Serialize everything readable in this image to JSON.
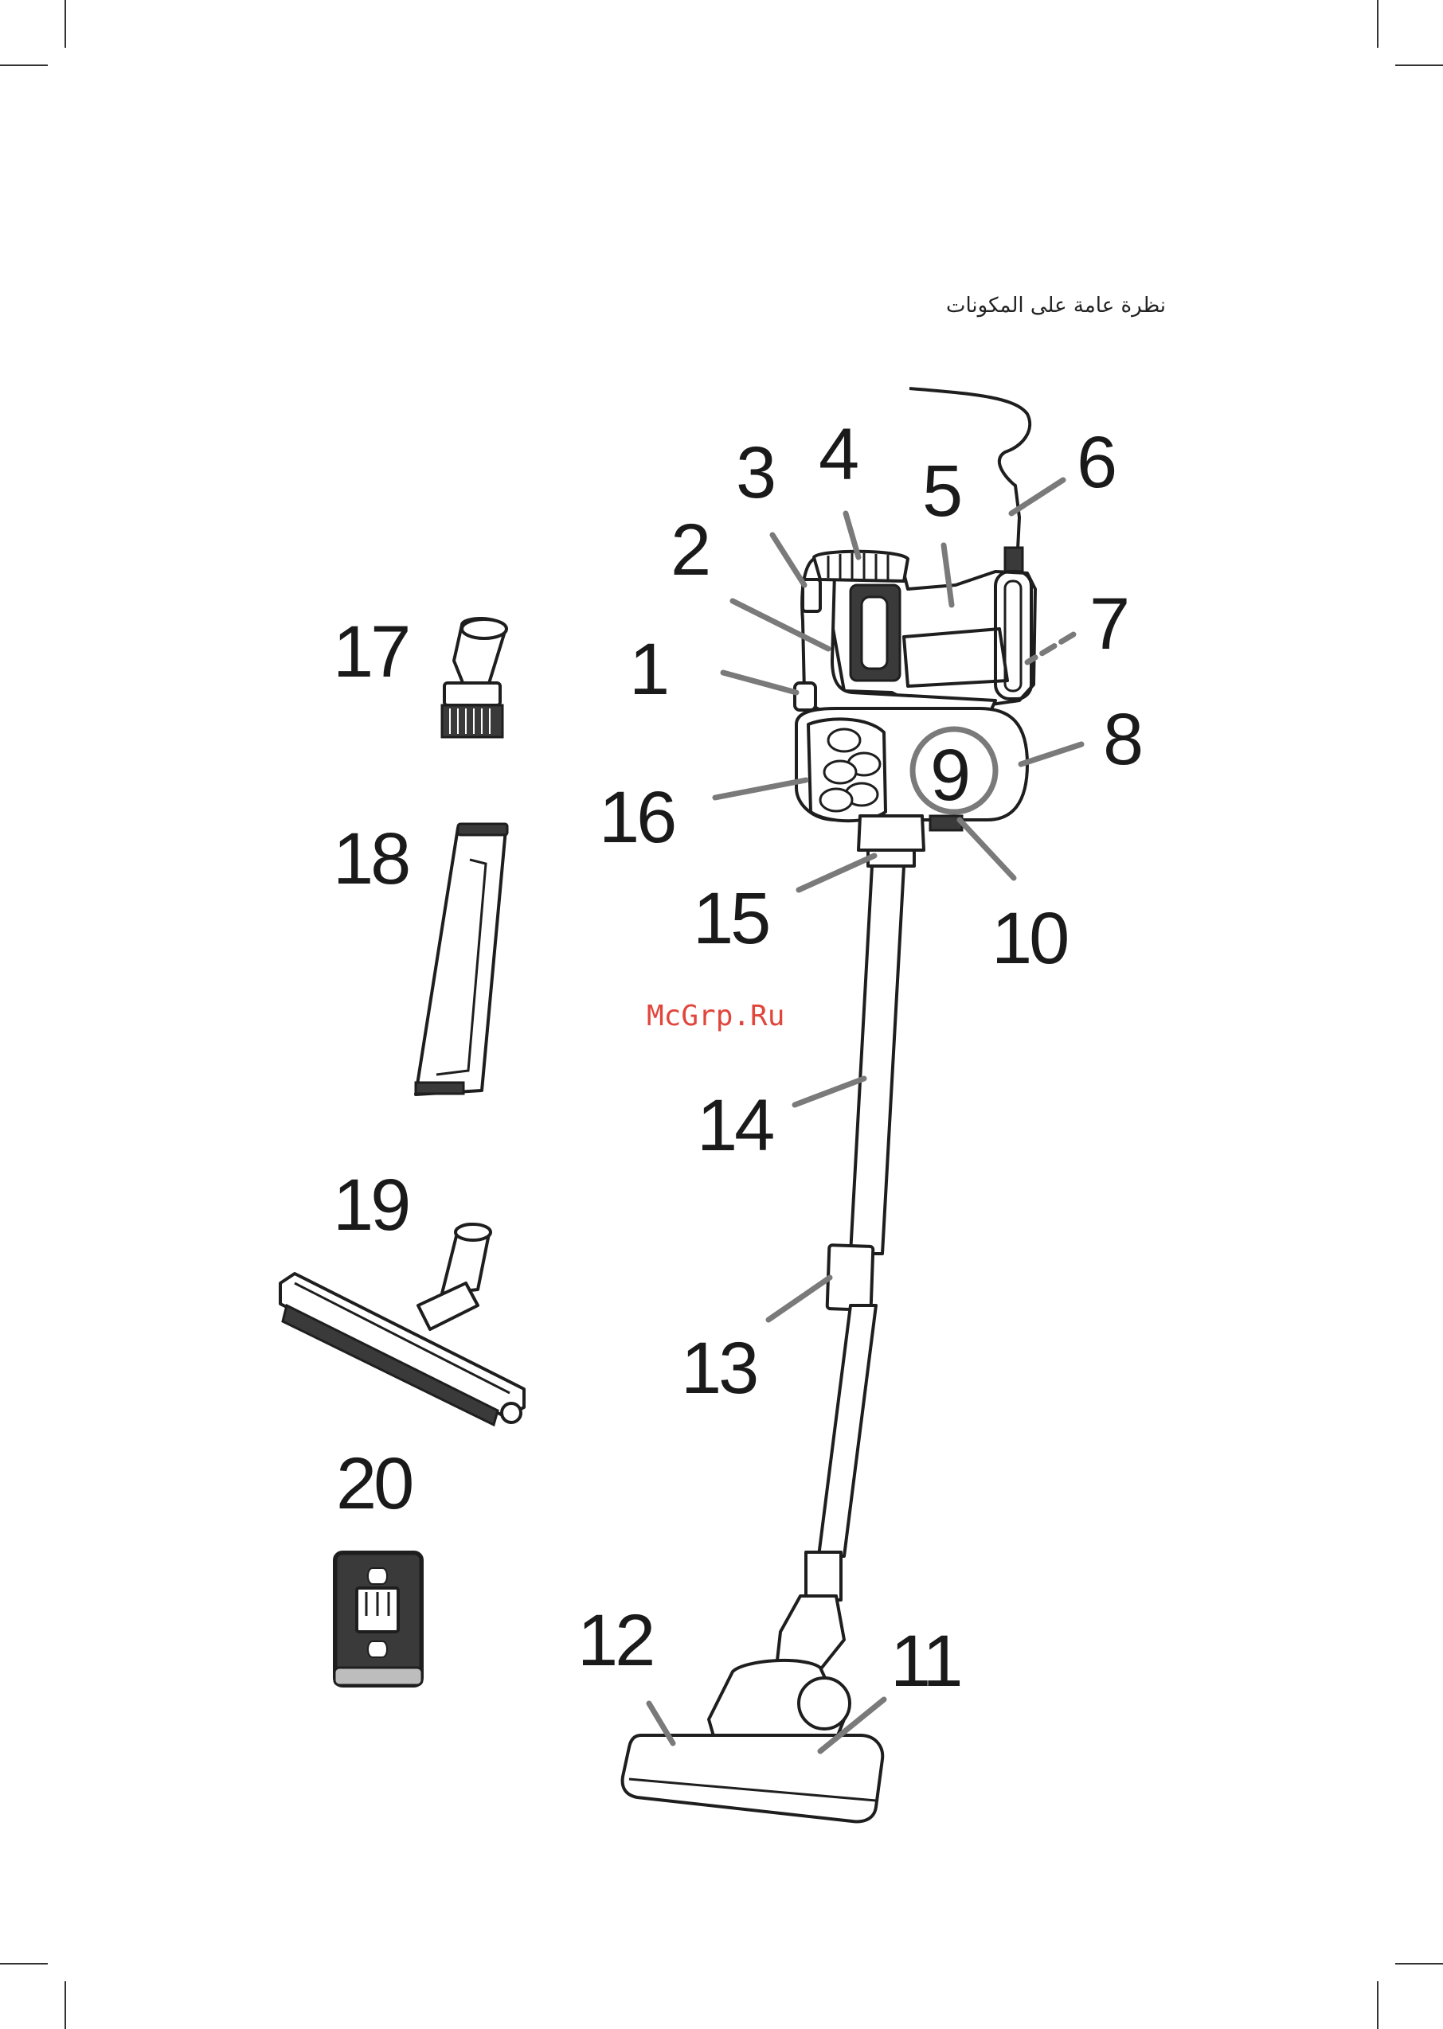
{
  "page": {
    "title": "نظرة عامة على المكونات",
    "watermark": "McGrp.Ru"
  },
  "callouts": [
    {
      "id": "1",
      "label": "1"
    },
    {
      "id": "2",
      "label": "2"
    },
    {
      "id": "3",
      "label": "3"
    },
    {
      "id": "4",
      "label": "4"
    },
    {
      "id": "5",
      "label": "5"
    },
    {
      "id": "6",
      "label": "6"
    },
    {
      "id": "7",
      "label": "7"
    },
    {
      "id": "8",
      "label": "8"
    },
    {
      "id": "9",
      "label": "9"
    },
    {
      "id": "10",
      "label": "10"
    },
    {
      "id": "11",
      "label": "11"
    },
    {
      "id": "12",
      "label": "12"
    },
    {
      "id": "13",
      "label": "13"
    },
    {
      "id": "14",
      "label": "14"
    },
    {
      "id": "15",
      "label": "15"
    },
    {
      "id": "16",
      "label": "16"
    },
    {
      "id": "17",
      "label": "17"
    },
    {
      "id": "18",
      "label": "18"
    },
    {
      "id": "19",
      "label": "19"
    },
    {
      "id": "20",
      "label": "20"
    }
  ],
  "colors": {
    "leader_line": "#7a7a7a",
    "outline": "#1e1e1e",
    "watermark": "#e0463c"
  }
}
